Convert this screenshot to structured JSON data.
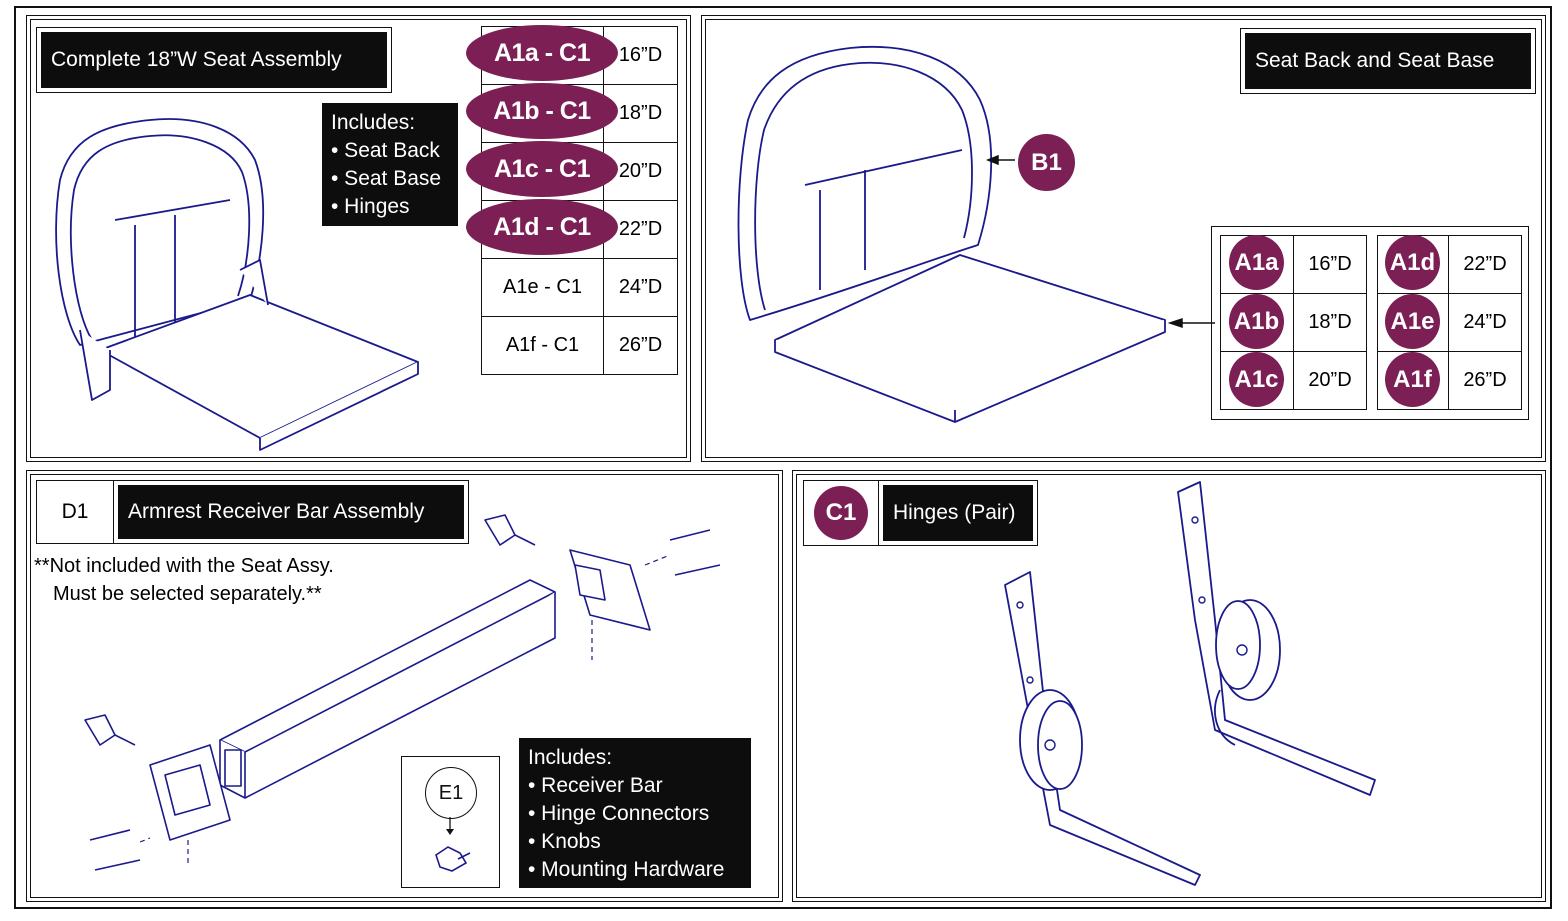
{
  "colors": {
    "line_art": "#1a1a8c",
    "callout": "#7b1f54",
    "label_bg": "#0d0d0d"
  },
  "panel_a": {
    "title": "Complete 18”W Seat Assembly",
    "includes_heading": "Includes:",
    "includes": [
      "• Seat Back",
      "• Seat Base",
      "• Hinges"
    ],
    "rows": [
      {
        "part": "A1a - C1",
        "depth": "16”D",
        "highlighted": true
      },
      {
        "part": "A1b - C1",
        "depth": "18”D",
        "highlighted": true
      },
      {
        "part": "A1c - C1",
        "depth": "20”D",
        "highlighted": true
      },
      {
        "part": "A1d - C1",
        "depth": "22”D",
        "highlighted": true
      },
      {
        "part": "A1e - C1",
        "depth": "24”D",
        "highlighted": false
      },
      {
        "part": "A1f - C1",
        "depth": "26”D",
        "highlighted": false
      }
    ]
  },
  "panel_b": {
    "title": "Seat Back and Seat Base",
    "back_callout": "B1",
    "left_table": [
      {
        "code": "A1a",
        "depth": "16”D"
      },
      {
        "code": "A1b",
        "depth": "18”D"
      },
      {
        "code": "A1c",
        "depth": "20”D"
      }
    ],
    "right_table": [
      {
        "code": "A1d",
        "depth": "22”D"
      },
      {
        "code": "A1e",
        "depth": "24”D"
      },
      {
        "code": "A1f",
        "depth": "26”D"
      }
    ]
  },
  "panel_d": {
    "code": "D1",
    "title": "Armrest Receiver Bar Assembly",
    "note_line1": "**Not included with the Seat Assy.",
    "note_line2": "Must be selected separately.**",
    "knob_callout": "E1",
    "includes_heading": "Includes:",
    "includes": [
      "• Receiver Bar",
      "• Hinge Connectors",
      "• Knobs",
      "• Mounting Hardware"
    ]
  },
  "panel_c": {
    "code": "C1",
    "title": "Hinges (Pair)"
  }
}
